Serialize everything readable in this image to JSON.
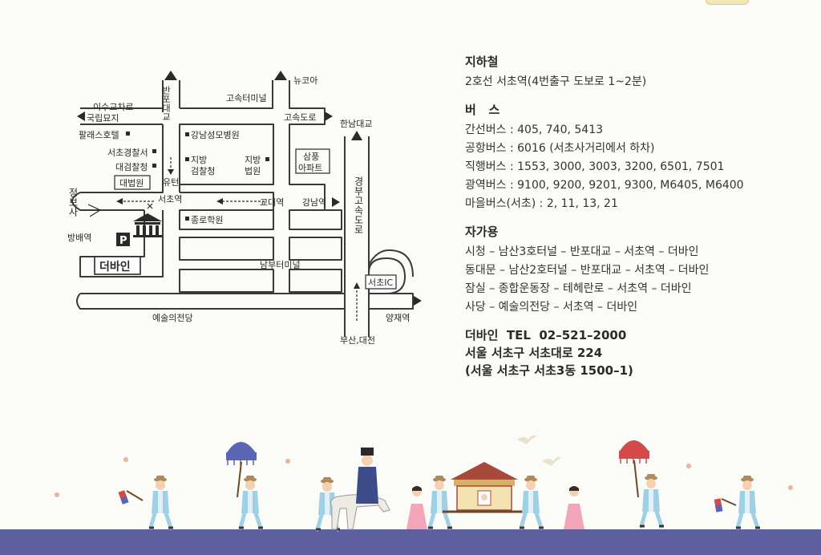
{
  "map": {
    "labels": {
      "isugyo": "이수교차로",
      "cemetery": "국립묘지",
      "palace_hotel": "팔래스호텔",
      "banpo_bridge": "반포대교",
      "express_bus_terminal": "고속터미널",
      "new_core": "뉴코아",
      "express_road": "고속도로",
      "hannam_bridge": "한남대교",
      "seocho_police": "서초경찰서",
      "supreme_prosecutors": "대검찰청",
      "supreme_court": "대법원",
      "uturn": "유턴",
      "gangnam_st_mary": "강남성모병원",
      "district_prosecutors": "지방\n검찰청",
      "district_court": "지방\n법원",
      "sampung_apt": "삼풍\n아파트",
      "jeongbosa": "정보사",
      "seocho_station": "서초역",
      "gyodae_station": "교대역",
      "gangnam_station": "강남역",
      "gyeongbu_expressway": "경부고속도로",
      "bangbae_station": "방배역",
      "jongno_academy": "종로학원",
      "the_bine": "더바인",
      "nambu_terminal": "남부터미널",
      "seocho_ic": "서초IC",
      "arts_center": "예술의전당",
      "yangjae_station": "양재역",
      "busan_daejeon": "부산,대전",
      "parking": "P"
    }
  },
  "info": {
    "subway": {
      "heading": "지하철",
      "line": "2호선 서초역(4번출구 도보로 1~2분)"
    },
    "bus": {
      "heading": "버   스",
      "lines": [
        "간선버스 : 405, 740, 5413",
        "공항버스 : 6016 (서초사거리에서 하차)",
        "직행버스 : 1553, 3000, 3003, 3200, 6501, 7501",
        "광역버스 : 9100, 9200, 9201, 9300, M6405, M6400",
        "마을버스(서초) : 2, 11, 13, 21"
      ]
    },
    "car": {
      "heading": "자가용",
      "lines": [
        "시청 – 남산3호터널 – 반포대교 – 서초역 – 더바인",
        "동대문 – 남산2호터널 – 반포대교 – 서초역 – 더바인",
        "잠실 – 종합운동장 – 테헤란로 – 서초역 – 더바인",
        "사당 – 예술의전당 – 서초역 – 더바인"
      ]
    },
    "contact": {
      "line1": "더바인  TEL  02–521–2000",
      "line2": "서울 서초구 서초대로 224",
      "line3": "(서울 서초구 서초3동 1500–1)"
    }
  },
  "colors": {
    "road_stroke": "#3a3a3a",
    "ground": "#5d5f9e",
    "parasol_blue": "#5a66b3",
    "parasol_red": "#d24a4a",
    "hanbok_pink": "#f2a6b8",
    "robe_blue": "#7fb3d6"
  }
}
